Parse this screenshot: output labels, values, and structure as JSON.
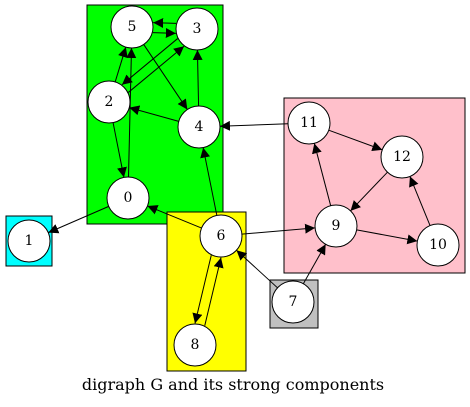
{
  "caption": "digraph G and its strong components",
  "components": [
    {
      "id": "green",
      "color": "#00ff00",
      "nodes": [
        "5",
        "3",
        "2",
        "4",
        "0"
      ]
    },
    {
      "id": "pink",
      "color": "#ffc0cb",
      "nodes": [
        "11",
        "12",
        "9",
        "10"
      ]
    },
    {
      "id": "yellow",
      "color": "#ffff00",
      "nodes": [
        "6",
        "8"
      ]
    },
    {
      "id": "cyan",
      "color": "#00ffff",
      "nodes": [
        "1"
      ]
    },
    {
      "id": "gray",
      "color": "#c0c0c0",
      "nodes": [
        "7"
      ]
    }
  ],
  "nodes": [
    "0",
    "1",
    "2",
    "3",
    "4",
    "5",
    "6",
    "7",
    "8",
    "9",
    "10",
    "11",
    "12"
  ],
  "edges": [
    [
      "0",
      "1"
    ],
    [
      "0",
      "5"
    ],
    [
      "2",
      "0"
    ],
    [
      "2",
      "3"
    ],
    [
      "3",
      "5"
    ],
    [
      "3",
      "2"
    ],
    [
      "5",
      "4"
    ],
    [
      "4",
      "3"
    ],
    [
      "4",
      "2"
    ],
    [
      "5",
      "3"
    ],
    [
      "6",
      "0"
    ],
    [
      "6",
      "4"
    ],
    [
      "6",
      "9"
    ],
    [
      "6",
      "8"
    ],
    [
      "8",
      "6"
    ],
    [
      "7",
      "6"
    ],
    [
      "7",
      "9"
    ],
    [
      "9",
      "11"
    ],
    [
      "9",
      "10"
    ],
    [
      "11",
      "12"
    ],
    [
      "11",
      "4"
    ],
    [
      "12",
      "9"
    ],
    [
      "10",
      "12"
    ],
    [
      "2",
      "5"
    ]
  ]
}
